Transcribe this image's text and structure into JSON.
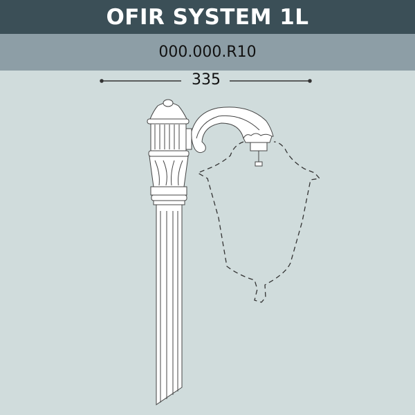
{
  "header": {
    "title": "OFIR SYSTEM 1L"
  },
  "subheader": {
    "code": "000.000.R10"
  },
  "dimension": {
    "width_label": "335"
  },
  "colors": {
    "header_bg": "#3b4f57",
    "subheader_bg": "#8d9ea6",
    "body_bg": "#d0dcdc"
  }
}
